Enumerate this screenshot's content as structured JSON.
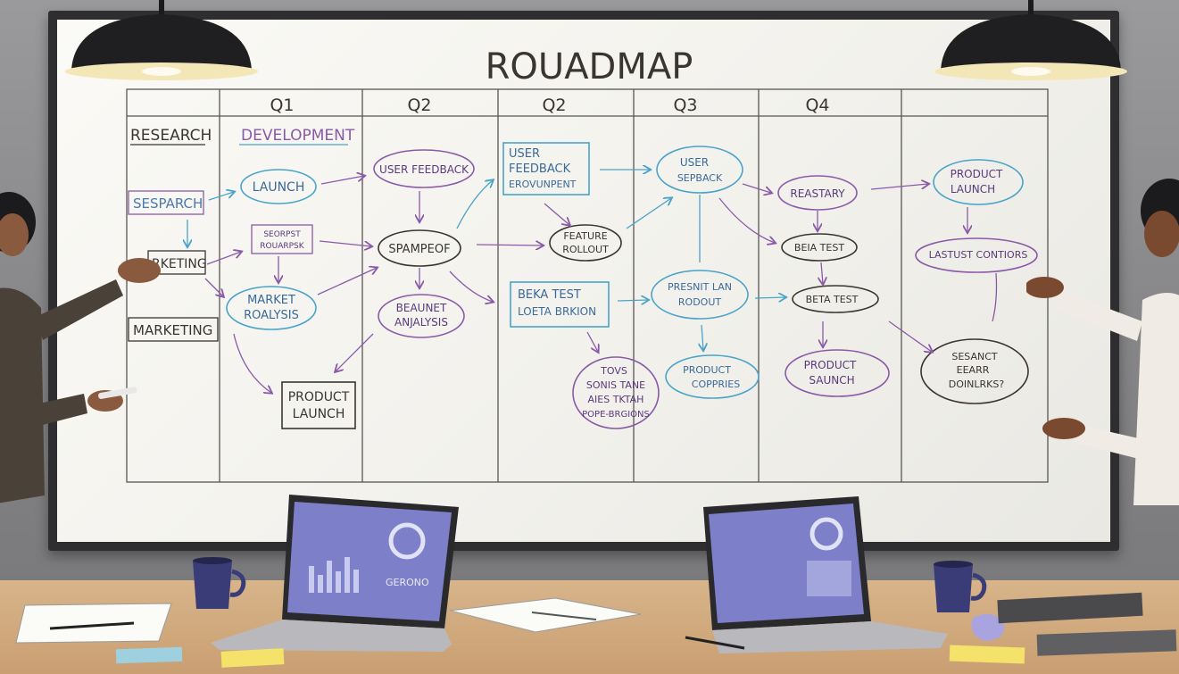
{
  "board": {
    "title": "ROUADMAP",
    "columns": [
      "Q1",
      "Q2",
      "Q2",
      "Q3",
      "Q4"
    ],
    "lanes": [
      "RESEARCH",
      "SESPARCH",
      "RKETING",
      "MARKETING"
    ],
    "header_label": "DEVELOPMENT",
    "nodes": {
      "launch": "LAUNCH",
      "seorest_line1": "SEORPST",
      "seorest_line2": "ROUARPSK",
      "market_line1": "MARKET",
      "market_line2": "ROALYSIS",
      "product_launch_line1": "PRODUCT",
      "product_launch_line2": "LAUNCH",
      "user_feedback": "USER FEEDBACK",
      "spampeof": "SPAMPEOF",
      "beaunet_line1": "BEAUNET",
      "beaunet_line2": "ANJALYSIS",
      "user_feedback_box_line1": "USER",
      "user_feedback_box_line2": "FEEDBACK",
      "user_feedback_box_line3": "EROVUNPENT",
      "feature_line1": "FEATURE",
      "feature_line2": "ROLLOUT",
      "beta_box_line1": "BEKA TEST",
      "beta_box_line2": "LOETA BRKION",
      "tovs_line1": "TOVS",
      "tovs_line2": "SONIS TANE",
      "tovs_line3": "AIES TKTAH",
      "tovs_line4": "POPE-BRGIONS",
      "user_sepback_line1": "USER",
      "user_sepback_line2": "SEPBACK",
      "presnit_line1": "PRESNIT LAN",
      "presnit_line2": "RODOUT",
      "product_copries_line1": "PRODUCT",
      "product_copries_line2": "COPPRIES",
      "reastary": "REASTARY",
      "beta_test_1": "BEIA TEST",
      "beta_test_2": "BETA TEST",
      "product_saunch_line1": "PRODUCT",
      "product_saunch_line2": "SAUNCH",
      "product_launch2_line1": "PRODUCT",
      "product_launch2_line2": "LAUNCH",
      "lastust_contiors": "LASTUST CONTIORS",
      "sesanct_line1": "SESANCT",
      "sesanct_line2": "EEARR",
      "sesanct_line3": "DOINLRKS?"
    }
  },
  "laptops": {
    "left_screen_text": "GERONO"
  },
  "colors": {
    "blue_marker": "#4aa3c8",
    "purple_marker": "#8a5aa8",
    "dark_marker": "#3a3530",
    "board": "#f5f4ef",
    "screen": "#7d80c8"
  }
}
